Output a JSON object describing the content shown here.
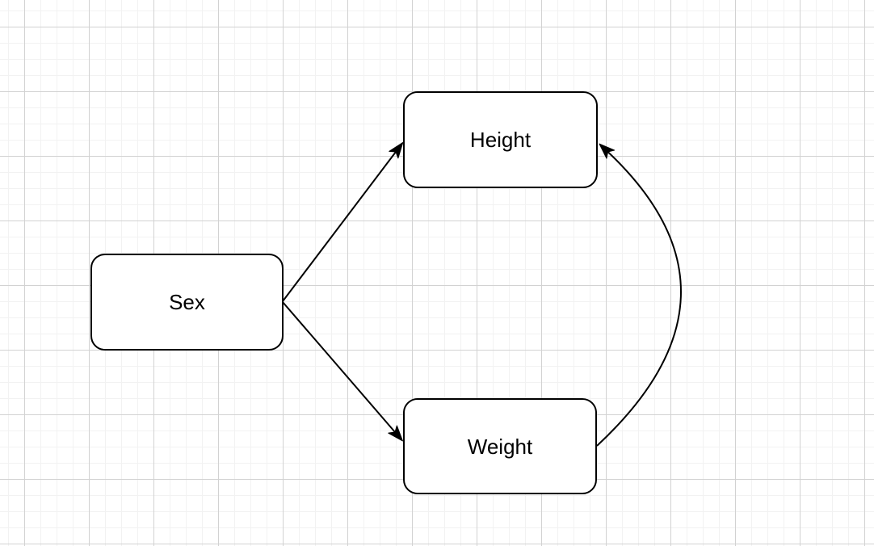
{
  "diagram": {
    "nodes": [
      {
        "id": "sex",
        "label": "Sex"
      },
      {
        "id": "height",
        "label": "Height"
      },
      {
        "id": "weight",
        "label": "Weight"
      }
    ],
    "edges": [
      {
        "id": "sex-to-height",
        "from": "Sex",
        "to": "Height",
        "shape": "straight",
        "arrowhead": "classic"
      },
      {
        "id": "sex-to-weight",
        "from": "Sex",
        "to": "Weight",
        "shape": "straight",
        "arrowhead": "classic"
      },
      {
        "id": "weight-to-height",
        "from": "Weight",
        "to": "Height",
        "shape": "curved",
        "arrowhead": "classic"
      }
    ],
    "colors": {
      "background": "#ffffff",
      "node_fill": "#ffffff",
      "node_stroke": "#000000",
      "edge_stroke": "#000000",
      "grid_minor": "#f2f2f2",
      "grid_major": "#d2d2d2"
    }
  }
}
